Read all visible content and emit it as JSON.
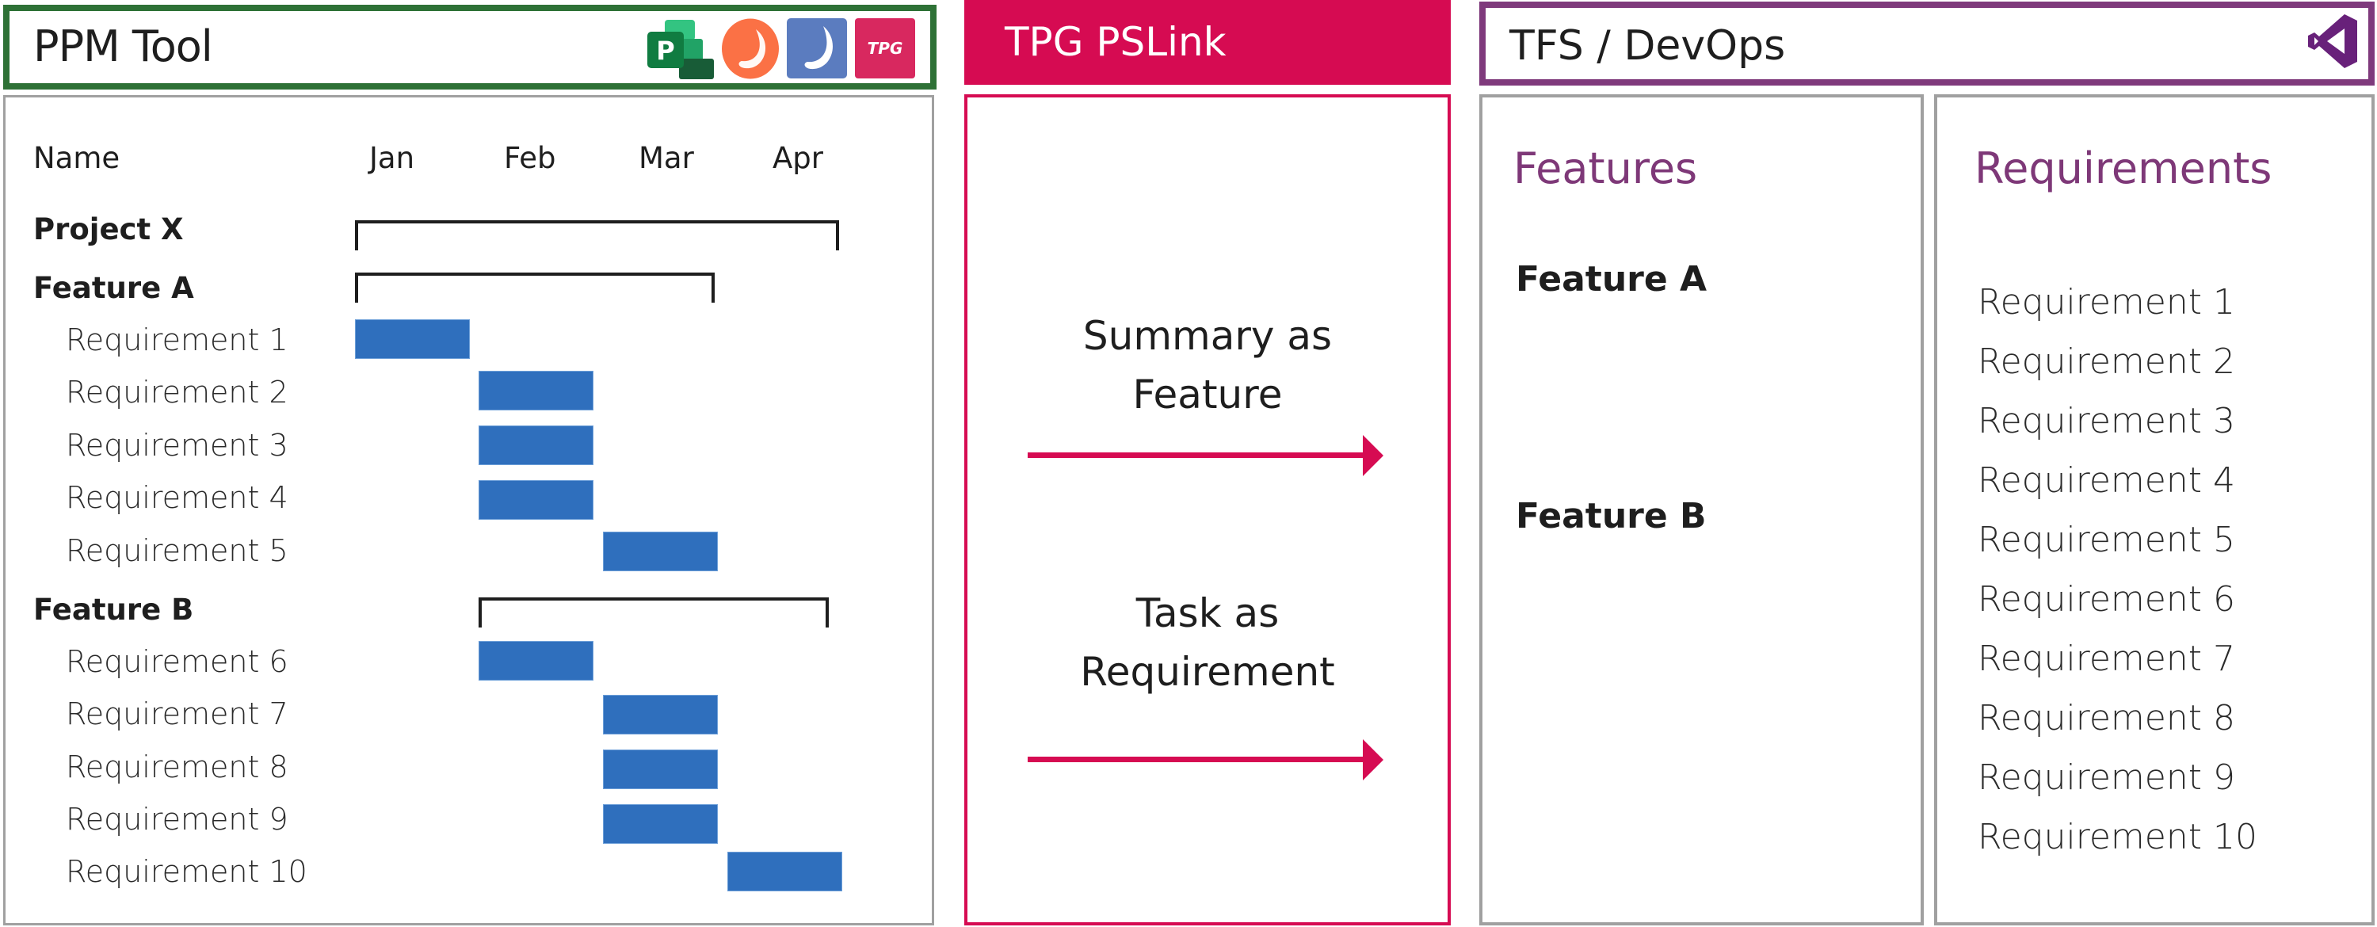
{
  "colors": {
    "ppm_border": "#2e7136",
    "panel_border": "#a0a0a0",
    "tpg_brand": "#d60b52",
    "tfs_brand": "#7f3a7c",
    "heading_purple": "#7e3878",
    "gantt_bar": "#2f6fbd"
  },
  "ppm": {
    "title": "PPM Tool",
    "logos": [
      {
        "name": "ms-project-icon",
        "letter": "P"
      },
      {
        "name": "orange-swirl-logo-icon"
      },
      {
        "name": "blue-swirl-logo-icon"
      },
      {
        "name": "tpg-logo-icon",
        "text": "TPG"
      }
    ],
    "gantt": {
      "name_header": "Name",
      "months": [
        "Jan",
        "Feb",
        "Mar",
        "Apr"
      ],
      "rows": [
        {
          "type": "summary",
          "label": "Project X",
          "start": 0,
          "end": 3.9
        },
        {
          "type": "summary",
          "label": "Feature A",
          "start": 0,
          "end": 2.9
        },
        {
          "type": "task",
          "label": "Requirement 1",
          "month": 0
        },
        {
          "type": "task",
          "label": "Requirement 2",
          "month": 1
        },
        {
          "type": "task",
          "label": "Requirement 3",
          "month": 1
        },
        {
          "type": "task",
          "label": "Requirement 4",
          "month": 1
        },
        {
          "type": "task",
          "label": "Requirement 5",
          "month": 2
        },
        {
          "type": "summary",
          "label": "Feature B",
          "start": 1,
          "end": 3.82
        },
        {
          "type": "task",
          "label": "Requirement 6",
          "month": 1
        },
        {
          "type": "task",
          "label": "Requirement 7",
          "month": 2
        },
        {
          "type": "task",
          "label": "Requirement 8",
          "month": 2
        },
        {
          "type": "task",
          "label": "Requirement 9",
          "month": 2
        },
        {
          "type": "task",
          "label": "Requirement 10",
          "month": 3
        }
      ]
    }
  },
  "tpg": {
    "title": "TPG PSLink",
    "mappings": [
      {
        "line1": "Summary as",
        "line2": "Feature"
      },
      {
        "line1": "Task as",
        "line2": "Requirement"
      }
    ]
  },
  "tfs": {
    "title": "TFS / DevOps",
    "icon": "visual-studio-icon",
    "features_heading": "Features",
    "features": [
      "Feature A",
      "Feature B"
    ],
    "requirements_heading": "Requirements",
    "requirements": [
      "Requirement 1",
      "Requirement 2",
      "Requirement 3",
      "Requirement 4",
      "Requirement 5",
      "Requirement 6",
      "Requirement 7",
      "Requirement 8",
      "Requirement 9",
      "Requirement 10"
    ]
  }
}
